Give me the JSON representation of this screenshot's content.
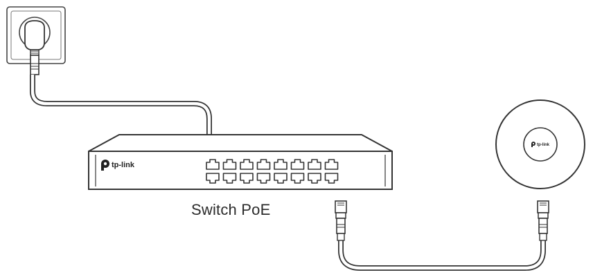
{
  "switch": {
    "label": "Switch PoE",
    "brand": "tp-link",
    "port_rows": 2,
    "ports_per_row": 8
  },
  "access_point": {
    "brand": "tp-link"
  }
}
